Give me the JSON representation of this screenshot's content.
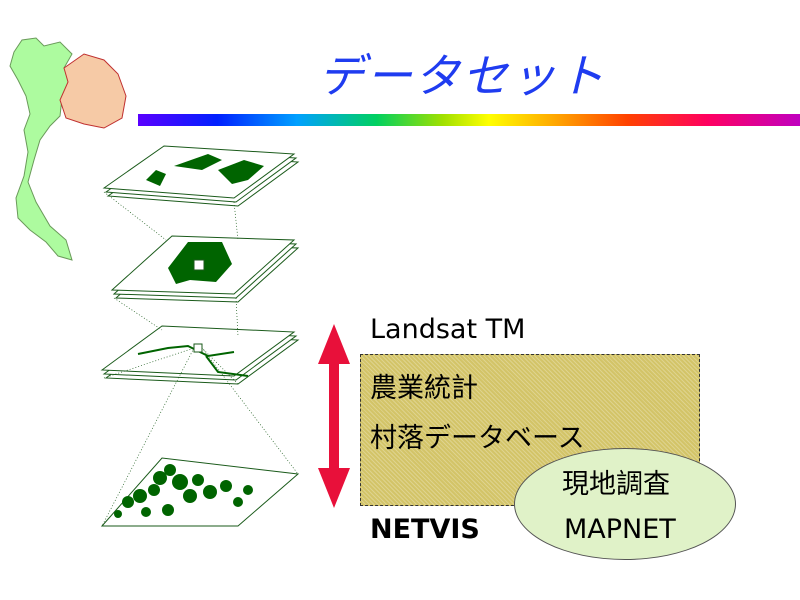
{
  "title": "データセット",
  "labels": {
    "landsat": "Landsat TM",
    "agri_stats": "農業統計",
    "village_db": "村落データベース",
    "field_survey": "現地調査",
    "netvis": "NETVIS",
    "mapnet": "MAPNET"
  },
  "colors": {
    "title": "#1f3cf0",
    "box_fill": "#d3c468",
    "oval_fill": "#e0f2c8",
    "arrow": "#e8103a",
    "map_green": "#adfb9f",
    "map_highlight": "#f6caa6",
    "layer_green": "#006400"
  },
  "icons": [
    "thailand-map-icon",
    "layered-gis-illustration",
    "double-headed-arrow-icon"
  ]
}
